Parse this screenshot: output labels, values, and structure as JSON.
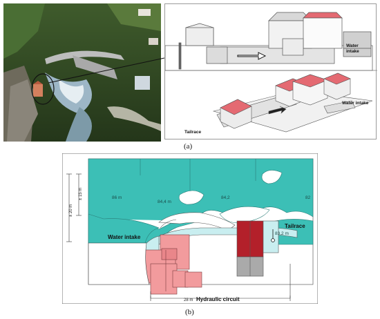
{
  "figure_a": {
    "caption": "(a)",
    "elevation_labels": {
      "water_intake": "Water\nintake"
    },
    "isometric_labels": {
      "water_intake": "Water intake",
      "tailrace": "Tailrace"
    }
  },
  "figure_b": {
    "caption": "(b)",
    "dimensions": {
      "height_20": "± 20 m",
      "height_15": "± 15 m",
      "length": "28 m"
    },
    "elevations": [
      "86 m",
      "84,4 m",
      "84,2",
      "82",
      "83,2 m"
    ],
    "labels": {
      "water_intake": "Water intake",
      "tailrace": "Tailrace",
      "hydraulic_circuit": "Hydraulic circuit"
    }
  },
  "colors": {
    "water": "#3cbfb6",
    "channel": "#c9eef0",
    "roof": "#e46a72",
    "building_pink": "#f29b9d",
    "building_dark": "#b3202a",
    "building_grey": "#aaaaaa"
  }
}
